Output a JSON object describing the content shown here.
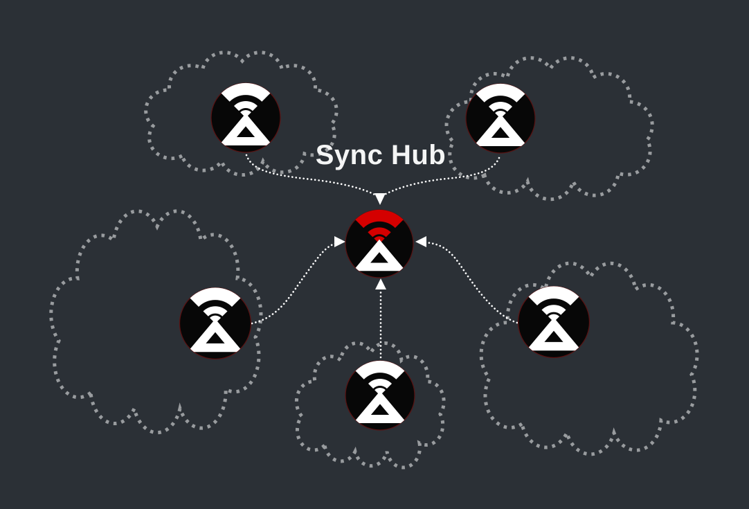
{
  "title": "Sync Hub",
  "colors": {
    "background": "#2b3036",
    "cloud_outline": "#999c9f",
    "arrow": "#ffffff",
    "hub_accent": "#d40000",
    "node_glyph": "#ffffff",
    "node_fill": "#070707",
    "node_rim": "#5a1212",
    "title_color": "#f4f5f5"
  },
  "diagram": {
    "hub": {
      "id": "sync-hub",
      "label": "Sync Hub",
      "glyph": "wifi-fan-over-triangle",
      "accent_part": "wifi-fan"
    },
    "node_container": "dotted-cloud",
    "edge_style": "dotted-arrow-into-hub",
    "nodes": [
      {
        "id": "node-top-left",
        "connects_to": "sync-hub"
      },
      {
        "id": "node-top-right",
        "connects_to": "sync-hub"
      },
      {
        "id": "node-mid-left",
        "connects_to": "sync-hub"
      },
      {
        "id": "node-bottom-center",
        "connects_to": "sync-hub"
      },
      {
        "id": "node-right",
        "connects_to": "sync-hub"
      }
    ]
  }
}
